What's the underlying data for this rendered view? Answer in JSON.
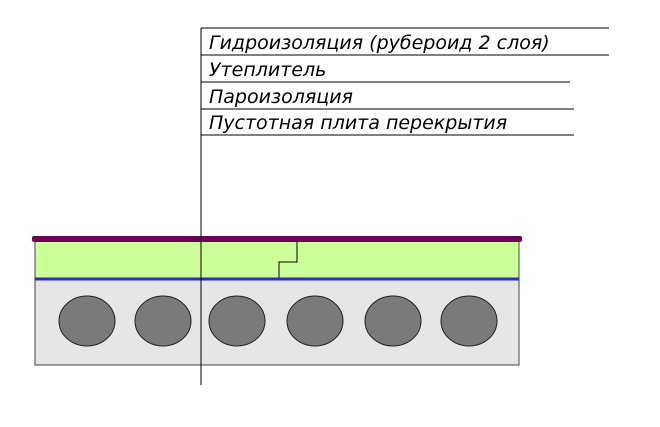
{
  "labels": {
    "waterproofing": "Гидроизоляция (рубероид 2 слоя)",
    "insulation": "Утеплитель",
    "vapor_barrier": "Пароизоляция",
    "hollow_slab": "Пустотная плита перекрытия"
  },
  "colors": {
    "waterproofing_layer": "#6b0057",
    "insulation_layer": "#ccff99",
    "vapor_barrier_line": "#2b2bd4",
    "slab_fill": "#e6e6e6",
    "void_fill": "#7a7a7a",
    "outline": "#000000"
  },
  "slab": {
    "void_count": 6
  }
}
